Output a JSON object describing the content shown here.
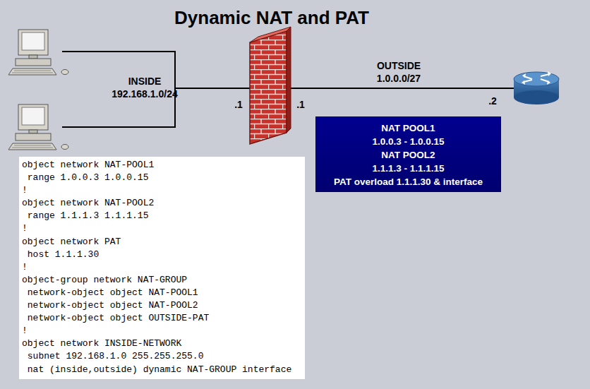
{
  "diagram": {
    "title": "Dynamic NAT and PAT",
    "nodes": [
      {
        "text": [
          "NAT POOL1",
          "1.0.0.3 - 1.0.0.15",
          "NAT POOL2",
          "1.1.1.3 - 1.1.1.15",
          "PAT overload 1.1.1.30 & interface"
        ]
      },
      {
        "text": [
          "object network NAT-POOL1",
          " range 1.0.0.3 1.0.0.15",
          "!",
          "object network NAT-POOL2",
          " range 1.1.1.3 1.1.1.15",
          "!",
          "object network PAT",
          " host 1.1.1.30",
          "!",
          "object-group network NAT-GROUP",
          " network-object object NAT-POOL1",
          " network-object object NAT-POOL2",
          " network-object object OUTSIDE-PAT",
          "!",
          "object network INSIDE-NETWORK",
          " subnet 192.168.1.0 255.255.255.0",
          " nat (inside,outside) dynamic NAT-GROUP interface"
        ]
      }
    ],
    "labels": [
      "INSIDE",
      "192.168.1.0/24",
      ".1",
      ".1",
      "OUTSIDE",
      "1.0.0.0/27",
      ".2"
    ]
  }
}
